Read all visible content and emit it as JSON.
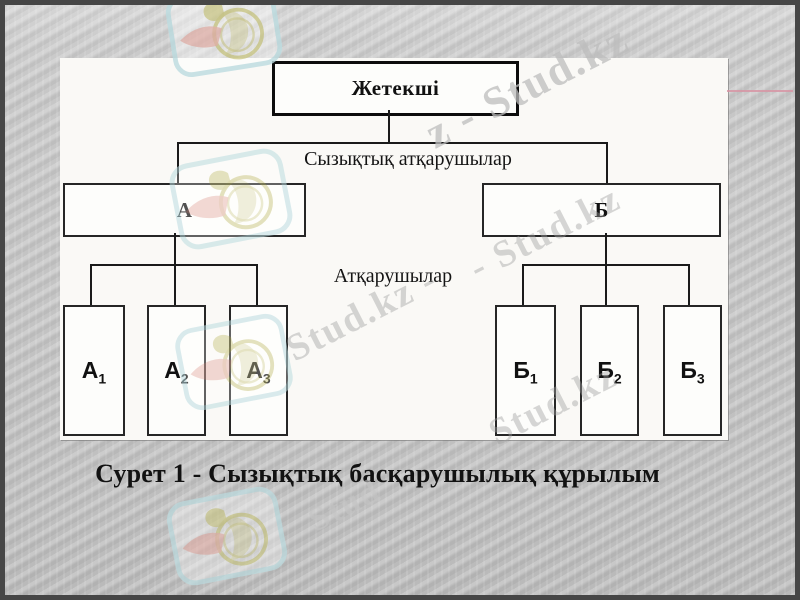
{
  "diagram": {
    "root_label": "Жетекші",
    "level1_label": "Сызықтық атқарушылар",
    "level2_label": "Атқарушылар",
    "group_a": {
      "label": "А",
      "children": [
        {
          "base": "А",
          "sub": "1"
        },
        {
          "base": "А",
          "sub": "2"
        },
        {
          "base": "А",
          "sub": "3"
        }
      ]
    },
    "group_b": {
      "label": "Б",
      "children": [
        {
          "base": "Б",
          "sub": "1"
        },
        {
          "base": "Б",
          "sub": "2"
        },
        {
          "base": "Б",
          "sub": "3"
        }
      ]
    }
  },
  "caption": "Сурет 1 - Сызықтық басқарушылық құрылым",
  "watermarks": {
    "logo_name": "hummingbird-logo",
    "texts": [
      "z - Stud.kz",
      "- Stud.kz",
      "Stud.kz -",
      "Stud.kz",
      "Stud"
    ]
  },
  "colors": {
    "accent_line": "#d795a5",
    "logo_border": "#bcdce0",
    "logo_body": "#c6c277",
    "logo_wing": "#e2a49b",
    "panel_bg": "#faf9f6",
    "line_color": "#1a1a1a"
  }
}
